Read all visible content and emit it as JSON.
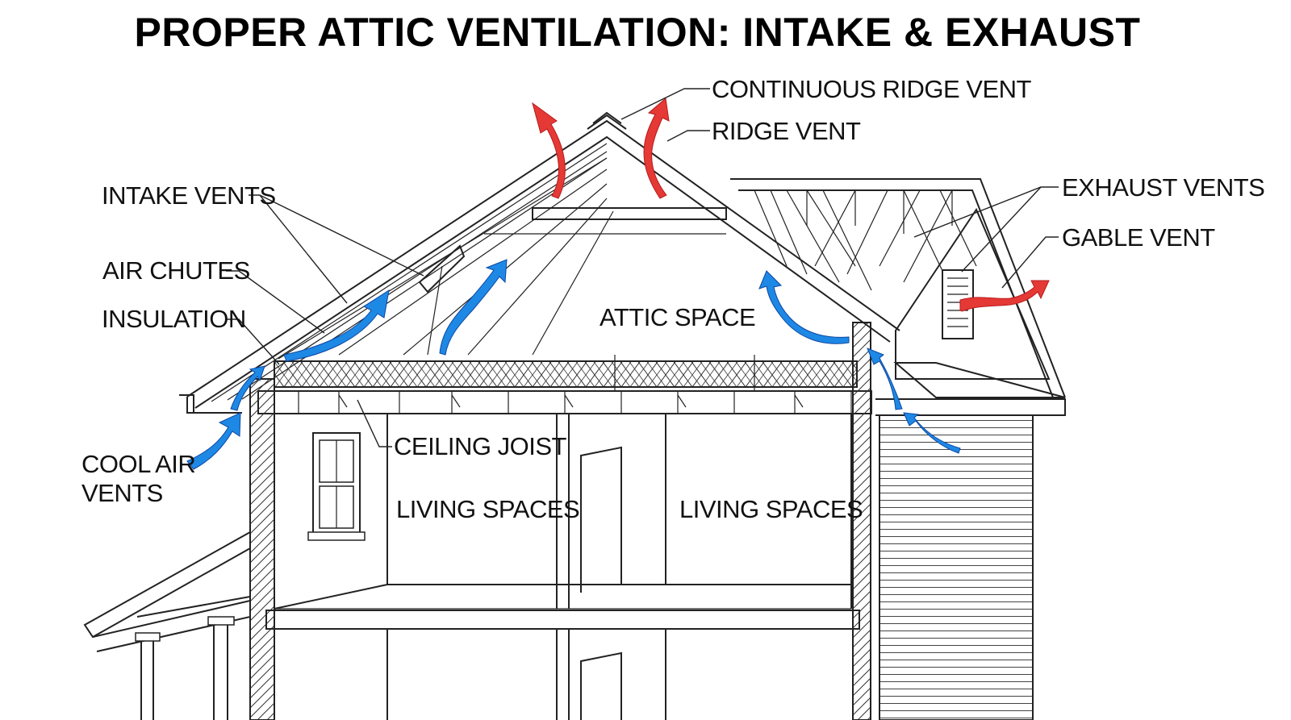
{
  "title": "PROPER ATTIC VENTILATION: INTAKE & EXHAUST",
  "colors": {
    "intake_arrow": "#1e88e5",
    "exhaust_arrow": "#e53935",
    "line_art": "#222222",
    "background": "#ffffff"
  },
  "labels": {
    "continuous_ridge_vent": "CONTINUOUS RIDGE VENT",
    "ridge_vent": "RIDGE VENT",
    "intake_vents": "INTAKE VENTS",
    "exhaust_vents": "EXHAUST VENTS",
    "air_chutes": "AIR CHUTES",
    "gable_vent": "GABLE VENT",
    "insulation": "INSULATION",
    "attic_space": "ATTIC SPACE",
    "ceiling_joist": "CEILING JOIST",
    "living_spaces_left": "LIVING SPACES",
    "living_spaces_right": "LIVING SPACES",
    "cool_air_vents_line1": "COOL AIR",
    "cool_air_vents_line2": "VENTS"
  }
}
